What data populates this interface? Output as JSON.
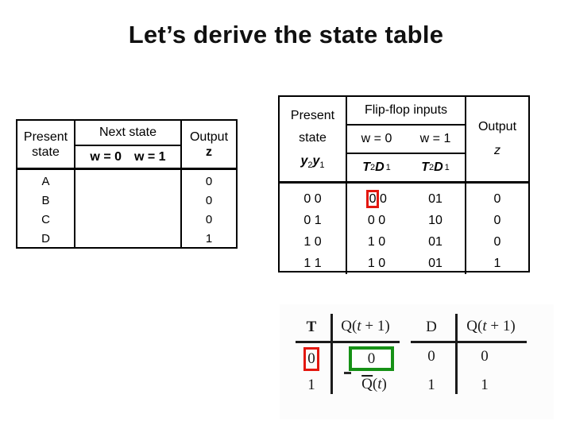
{
  "title": "Let’s derive the state table",
  "left_table": {
    "present_line1": "Present",
    "present_line2": "state",
    "next_state_label": "Next state",
    "w0_label": "w = 0",
    "w1_label": "w = 1",
    "output_label": "Output",
    "output_var": "z",
    "rows": [
      {
        "state": "A",
        "z": "0"
      },
      {
        "state": "B",
        "z": "0"
      },
      {
        "state": "C",
        "z": "0"
      },
      {
        "state": "D",
        "z": "1"
      }
    ]
  },
  "right_table": {
    "present_line1": "Present",
    "present_line2": "state",
    "y2_base": "y",
    "y2_sub": "2",
    "y1_base": "y",
    "y1_sub": "1",
    "ff_inputs_label": "Flip-flop inputs",
    "w0_label": "w = 0",
    "w1_label": "w = 1",
    "t_base": "T",
    "t_sub": "2",
    "d_base": "D",
    "d_sub": "1",
    "output_label": "Output",
    "output_var": "z",
    "rows": [
      {
        "present": "0 0",
        "w0_boxed": "0",
        "w0_rest": "0",
        "w1": "01",
        "z": "0"
      },
      {
        "present": "0 1",
        "w0": "0 0",
        "w1": "10",
        "z": "0"
      },
      {
        "present": "1 0",
        "w0": "1 0",
        "w1": "01",
        "z": "0"
      },
      {
        "present": "1 1",
        "w0": "1 0",
        "w1": "01",
        "z": "1"
      }
    ]
  },
  "ff_tables": {
    "qt1_prefix": "Q(",
    "qt1_t": "t",
    "qt1_suffix": " + 1)",
    "t_table": {
      "var_label": "T",
      "row1_input": "0",
      "row1_next": "0",
      "row2_input": "1",
      "row2_q": "Q",
      "row2_open": "(",
      "row2_t": "t",
      "row2_close": ")"
    },
    "d_table": {
      "var_label": "D",
      "row1_input": "0",
      "row1_next": "0",
      "row2_input": "1",
      "row2_next": "1"
    }
  },
  "colors": {
    "highlight_red": "#e3170f",
    "highlight_green": "#169116",
    "text": "#000000"
  }
}
